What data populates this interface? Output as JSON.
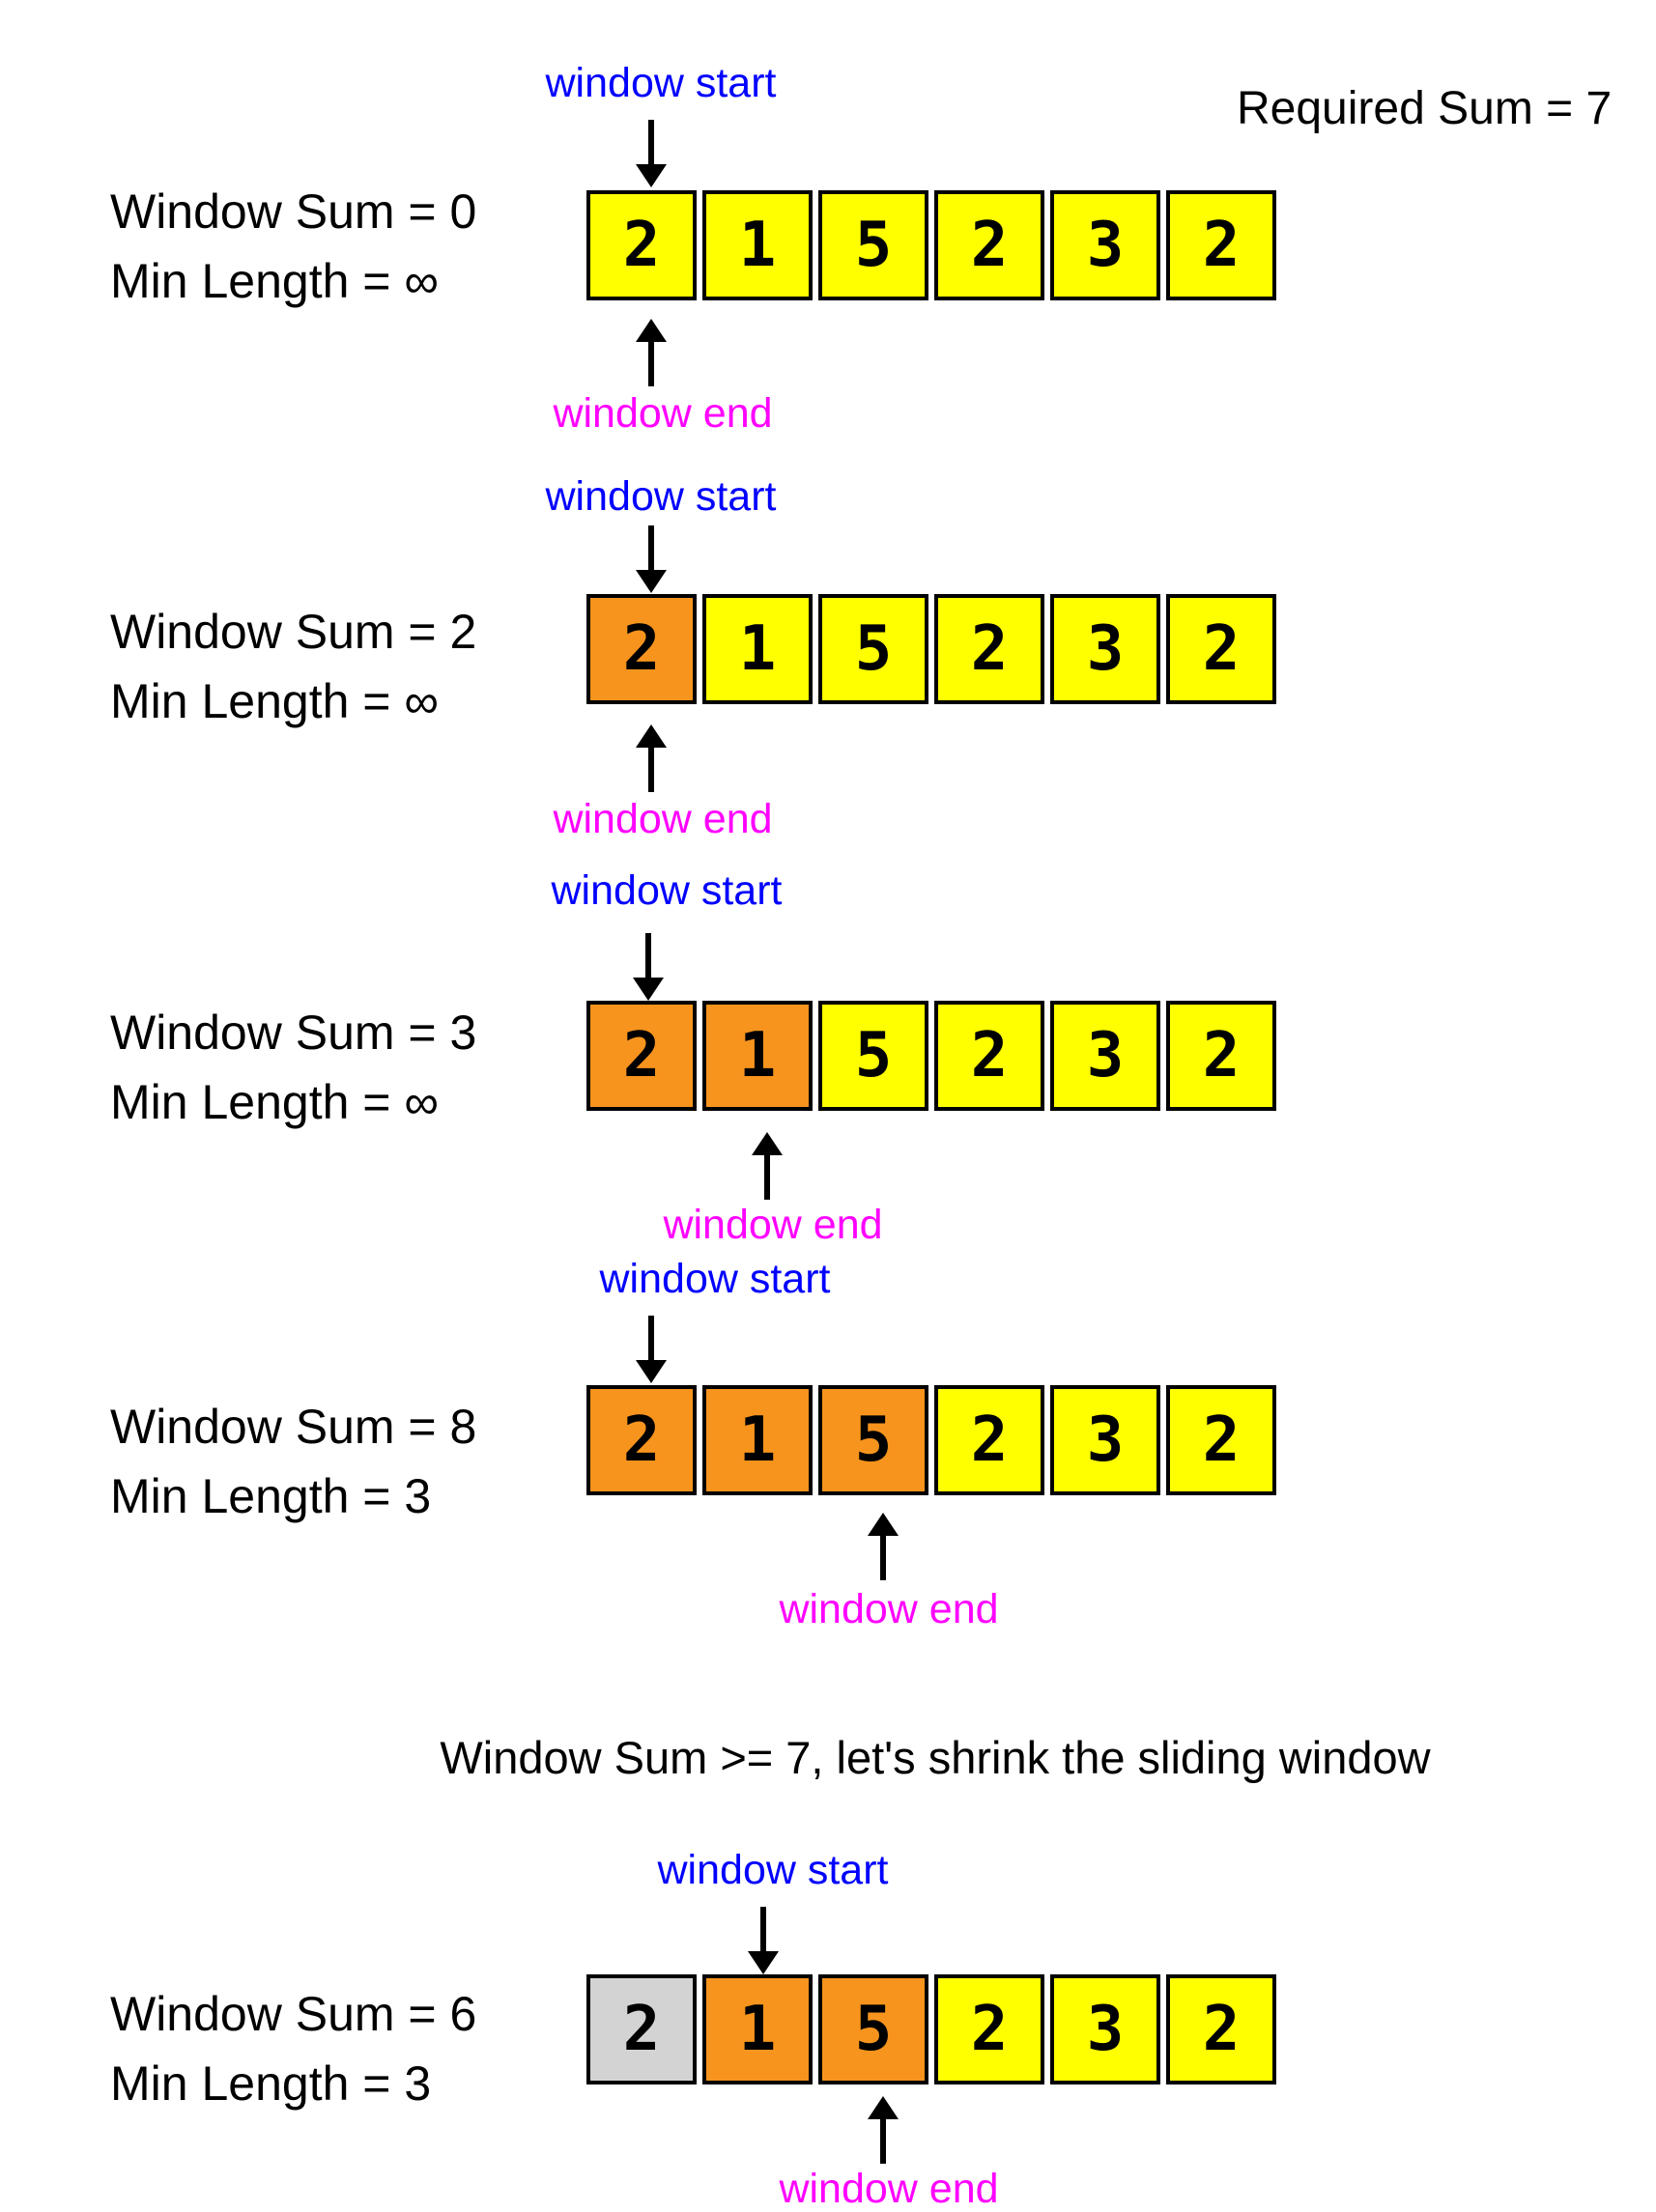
{
  "header": {
    "required_sum": "Required Sum = 7"
  },
  "note": "Window Sum >= 7, let's shrink the sliding window",
  "labels": {
    "window_start": "window start",
    "window_end": "window end"
  },
  "colors": {
    "yellow": "#FFFF00",
    "orange": "#F7941D",
    "gray": "#D3D3D3",
    "blue": "#0000FF",
    "magenta": "#FF00FF"
  },
  "steps": [
    {
      "window_sum": "Window Sum = 0",
      "min_length": "Min Length = ∞",
      "cells": [
        {
          "value": "2",
          "state": "out"
        },
        {
          "value": "1",
          "state": "out"
        },
        {
          "value": "5",
          "state": "out"
        },
        {
          "value": "2",
          "state": "out"
        },
        {
          "value": "3",
          "state": "out"
        },
        {
          "value": "2",
          "state": "out"
        }
      ]
    },
    {
      "window_sum": "Window Sum = 2",
      "min_length": "Min Length = ∞",
      "cells": [
        {
          "value": "2",
          "state": "win"
        },
        {
          "value": "1",
          "state": "out"
        },
        {
          "value": "5",
          "state": "out"
        },
        {
          "value": "2",
          "state": "out"
        },
        {
          "value": "3",
          "state": "out"
        },
        {
          "value": "2",
          "state": "out"
        }
      ]
    },
    {
      "window_sum": "Window Sum = 3",
      "min_length": "Min Length = ∞",
      "cells": [
        {
          "value": "2",
          "state": "win"
        },
        {
          "value": "1",
          "state": "win"
        },
        {
          "value": "5",
          "state": "out"
        },
        {
          "value": "2",
          "state": "out"
        },
        {
          "value": "3",
          "state": "out"
        },
        {
          "value": "2",
          "state": "out"
        }
      ]
    },
    {
      "window_sum": "Window Sum = 8",
      "min_length": "Min Length = 3",
      "cells": [
        {
          "value": "2",
          "state": "win"
        },
        {
          "value": "1",
          "state": "win"
        },
        {
          "value": "5",
          "state": "win"
        },
        {
          "value": "2",
          "state": "out"
        },
        {
          "value": "3",
          "state": "out"
        },
        {
          "value": "2",
          "state": "out"
        }
      ]
    },
    {
      "window_sum": "Window Sum = 6",
      "min_length": "Min Length = 3",
      "cells": [
        {
          "value": "2",
          "state": "excluded"
        },
        {
          "value": "1",
          "state": "win"
        },
        {
          "value": "5",
          "state": "win"
        },
        {
          "value": "2",
          "state": "out"
        },
        {
          "value": "3",
          "state": "out"
        },
        {
          "value": "2",
          "state": "out"
        }
      ]
    }
  ]
}
